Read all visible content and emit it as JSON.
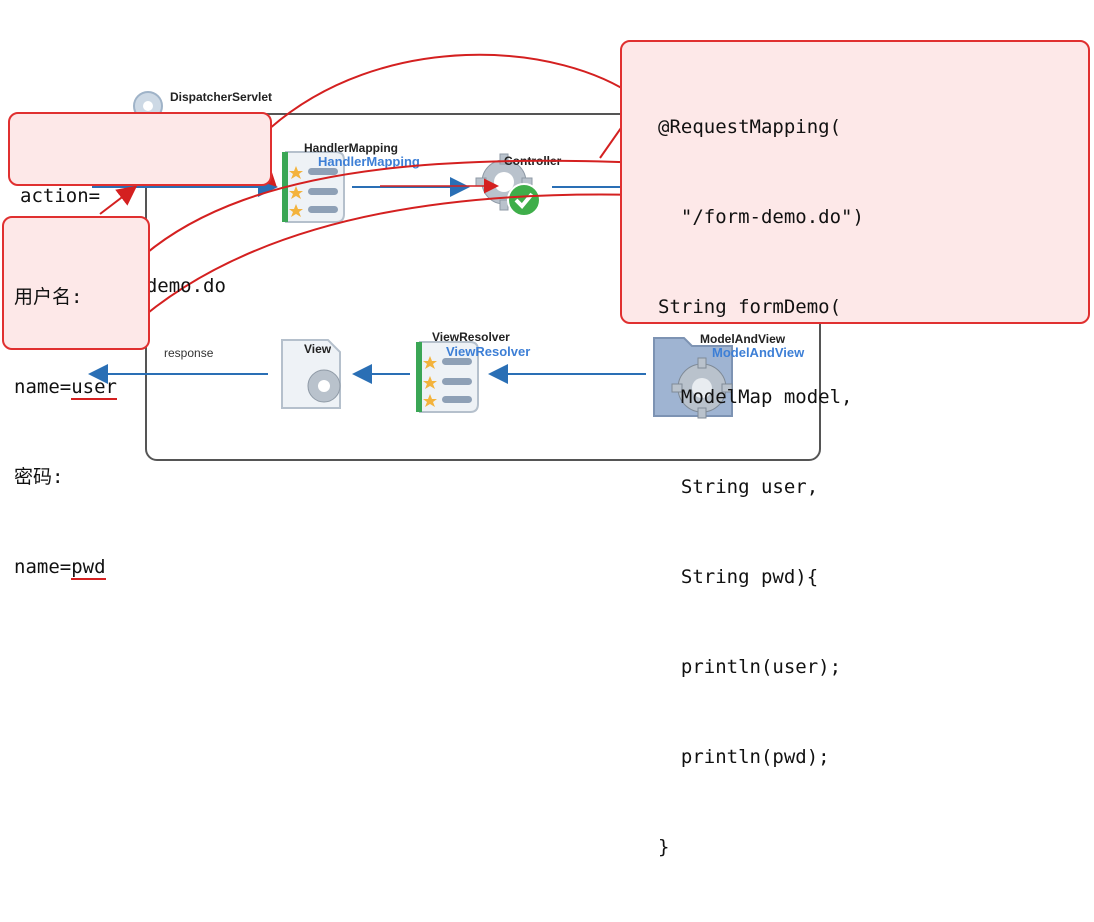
{
  "dispatcher": {
    "label": "DispatcherServlet"
  },
  "handler_mapping": {
    "label": "HandlerMapping",
    "sub": "HandlerMapping"
  },
  "controller": {
    "label": "Controller"
  },
  "view": {
    "label": "View"
  },
  "view_resolver": {
    "label": "ViewResolver",
    "sub": "ViewResolver"
  },
  "model_and_view": {
    "label": "ModelAndView",
    "sub": "ModelAndView"
  },
  "response": {
    "label": "response"
  },
  "action_callout": {
    "line1": "action=",
    "line2": "/test/form-demo.do"
  },
  "form_callout": {
    "line1": "用户名:",
    "line2_prefix": "name=",
    "line2_value": "user",
    "line3": "密码:",
    "line4_prefix": "name=",
    "line4_value": "pwd"
  },
  "code_callout": {
    "lines": [
      "@RequestMapping(",
      "  \"/form-demo.do\")",
      "String formDemo(",
      "  ModelMap model,",
      "  String user,",
      "  String pwd){",
      "  println(user);",
      "  println(pwd);",
      "}"
    ]
  },
  "colors": {
    "callout_border": "#e03030",
    "callout_fill": "#fde8e8",
    "flow_arrow": "#2a6fb5",
    "link_line": "#d42020"
  }
}
